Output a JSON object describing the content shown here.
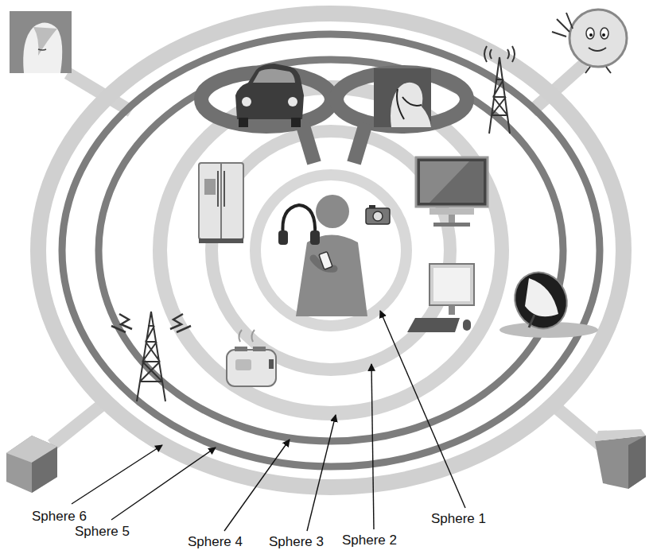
{
  "diagram": {
    "labels": [
      "Sphere 6",
      "Sphere 5",
      "Sphere 4",
      "Sphere 3",
      "Sphere 2",
      "Sphere 1"
    ]
  }
}
